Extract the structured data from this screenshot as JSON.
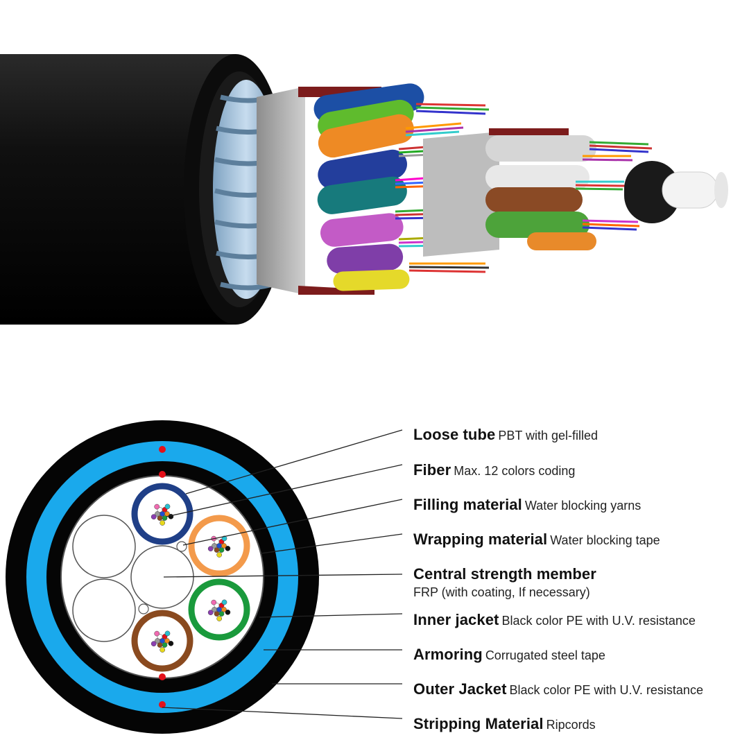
{
  "labels": [
    {
      "name": "Loose tube",
      "desc": "PBT with gel-filled"
    },
    {
      "name": "Fiber",
      "desc": "Max. 12 colors coding"
    },
    {
      "name": "Filling material",
      "desc": "Water blocking yarns"
    },
    {
      "name": "Wrapping material",
      "desc": "Water blocking tape"
    },
    {
      "name": "Central strength member",
      "desc": "FRP (with coating, If necessary)"
    },
    {
      "name": "Inner jacket",
      "desc": "Black color PE with U.V. resistance"
    },
    {
      "name": "Armoring",
      "desc": "Corrugated steel tape"
    },
    {
      "name": "Outer Jacket",
      "desc": "Black color PE with U.V. resistance"
    },
    {
      "name": "Stripping Material",
      "desc": "Ripcords"
    }
  ],
  "colors": {
    "outer_jacket": "#050505",
    "armoring": "#1aa9ec",
    "ripcord": "#e4101a",
    "tube_blue": "#1f3f87",
    "tube_orange": "#f39a4b",
    "tube_green": "#1a9a3c",
    "tube_brown": "#8a4a1f"
  }
}
